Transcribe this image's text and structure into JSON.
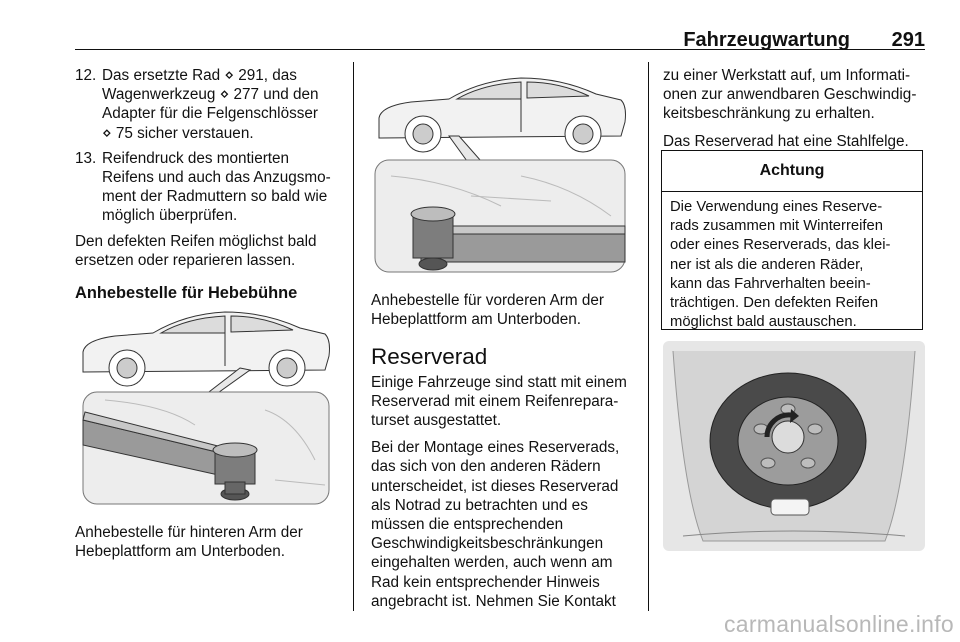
{
  "header": {
    "title": "Fahrzeugwartung",
    "page_number": "291"
  },
  "left_column": {
    "items": [
      {
        "num": "12.",
        "lines": [
          "Das ersetzte Rad ⋄ 291, das",
          "Wagenwerkzeug ⋄ 277 und den",
          "Adapter für die Felgenschlösser",
          "⋄ 75 sicher verstauen."
        ]
      },
      {
        "num": "13.",
        "lines": [
          "Reifendruck des montierten",
          "Reifens und auch das Anzugsmo-",
          "ment der Radmuttern so bald wie",
          "möglich überprüfen."
        ]
      }
    ],
    "para": [
      "Den defekten Reifen möglichst bald",
      "ersetzen oder reparieren lassen."
    ],
    "heading": "Anhebestelle für Hebebühne",
    "caption": [
      "Anhebestelle für hinteren Arm der",
      "Hebeplattform am Unterboden."
    ]
  },
  "middle_column": {
    "caption": [
      "Anhebestelle für vorderen Arm der",
      "Hebeplattform am Unterboden."
    ],
    "heading": "Reserverad",
    "para1": [
      "Einige Fahrzeuge sind statt mit einem",
      "Reserverad mit einem Reifenrepara-",
      "turset ausgestattet."
    ],
    "para2": [
      "Bei der Montage eines Reserverads,",
      "das sich von den anderen Rädern",
      "unterscheidet, ist dieses Reserverad",
      "als Notrad zu betrachten und es",
      "müssen die entsprechenden",
      "Geschwindigkeitsbeschränkungen",
      "eingehalten werden, auch wenn am",
      "Rad kein entsprechender Hinweis",
      "angebracht ist. Nehmen Sie Kontakt"
    ]
  },
  "right_column": {
    "para1": [
      "zu einer Werkstatt auf, um Informati-",
      "onen zur anwendbaren Geschwindig-",
      "keitsbeschränkung zu erhalten."
    ],
    "para2": "Das Reserverad hat eine Stahlfelge.",
    "warning": {
      "title": "Achtung",
      "lines": [
        "Die Verwendung eines Reserve-",
        "rads zusammen mit Winterreifen",
        "oder eines Reserverads, das klei-",
        "ner ist als die anderen Räder,",
        "kann das Fahrverhalten beein-",
        "trächtigen. Den defekten Reifen",
        "möglichst bald austauschen."
      ]
    }
  },
  "watermark": "carmanualsonline.info"
}
